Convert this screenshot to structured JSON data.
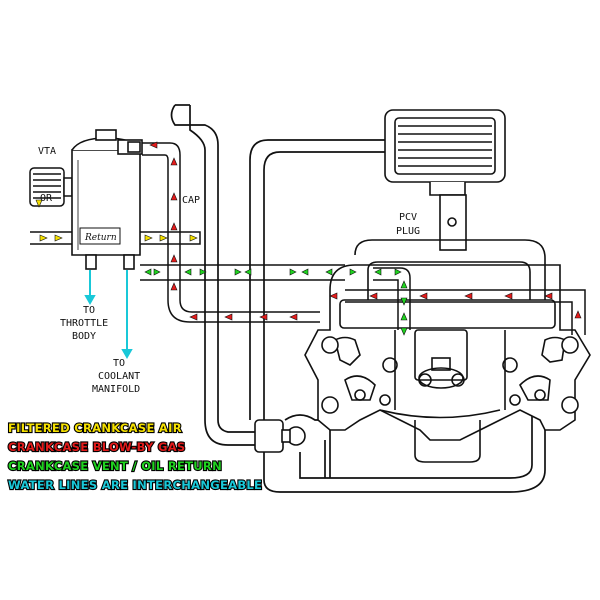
{
  "labels": {
    "vta": "VTA",
    "or": "OR",
    "cap": "CAP",
    "pcv": "PCV",
    "plug": "PLUG",
    "to_throttle": "TO",
    "throttle": "THROTTLE",
    "body": "BODY",
    "to_coolant": "TO",
    "coolant": "COOLANT",
    "manifold": "MANIFOLD",
    "brand": "Return"
  },
  "legend": [
    {
      "text": "FILTERED CRANKCASE AIR",
      "color": "#f5e000"
    },
    {
      "text": "CRANKCASE BLOW-BY GAS",
      "color": "#e31b1b"
    },
    {
      "text": "CRANKCASE VENT / OIL RETURN",
      "color": "#1fd31f"
    },
    {
      "text": "WATER LINES ARE INTERCHANGEABLE",
      "color": "#19c8d8"
    }
  ],
  "colors": {
    "line": "#111111",
    "filtered_air": "#f5e000",
    "blow_by": "#e31b1b",
    "vent_return": "#1fd31f",
    "water": "#19c8d8"
  }
}
